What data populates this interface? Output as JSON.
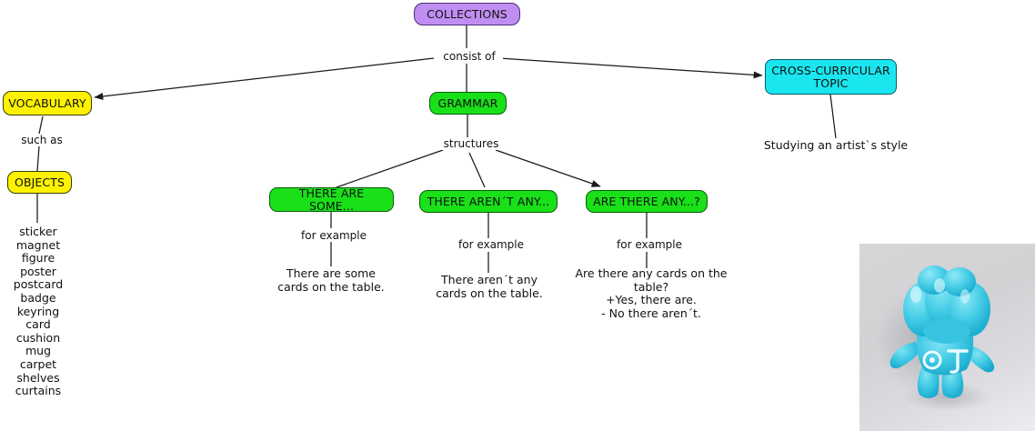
{
  "title": "Collections concept map",
  "colors": {
    "root_fill": "#c08ef2",
    "vocabulary_fill": "#fff200",
    "grammar_fill": "#19e019",
    "cross_curricular_fill": "#1ae6f0",
    "edge_stroke": "#1a1a1a",
    "background": "#ffffff"
  },
  "nodes": {
    "root": {
      "label": "COLLECTIONS"
    },
    "vocabulary": {
      "label": "VOCABULARY"
    },
    "objects": {
      "label": "OBJECTS"
    },
    "grammar": {
      "label": "GRAMMAR"
    },
    "cross_curricular": {
      "label": "CROSS-CURRICULAR\nTOPIC"
    },
    "there_are_some": {
      "label": "THERE ARE SOME..."
    },
    "there_arent_any": {
      "label": "THERE AREN´T ANY..."
    },
    "are_there_any": {
      "label": "ARE THERE ANY...?"
    }
  },
  "link_labels": {
    "consist_of": "consist of",
    "such_as": "such as",
    "structures": "structures",
    "for_example_1": "for example",
    "for_example_2": "for example",
    "for_example_3": "for example"
  },
  "texts": {
    "vocabulary_items": "sticker\nmagnet\nfigure\nposter\npostcard\nbadge\nkeyring\ncard\ncushion\nmug\ncarpet\nshelves\ncurtains",
    "example_some": "There are some\ncards on the table.",
    "example_arent": "There aren´t any\ncards on the table.",
    "example_question": "Are there any cards on the table?\n+Yes, there are.\n- No there aren´t.",
    "cross_curricular_note": "Studying an artist`s style"
  },
  "photo": {
    "alt": "cyan plastic toy figure photograph"
  }
}
